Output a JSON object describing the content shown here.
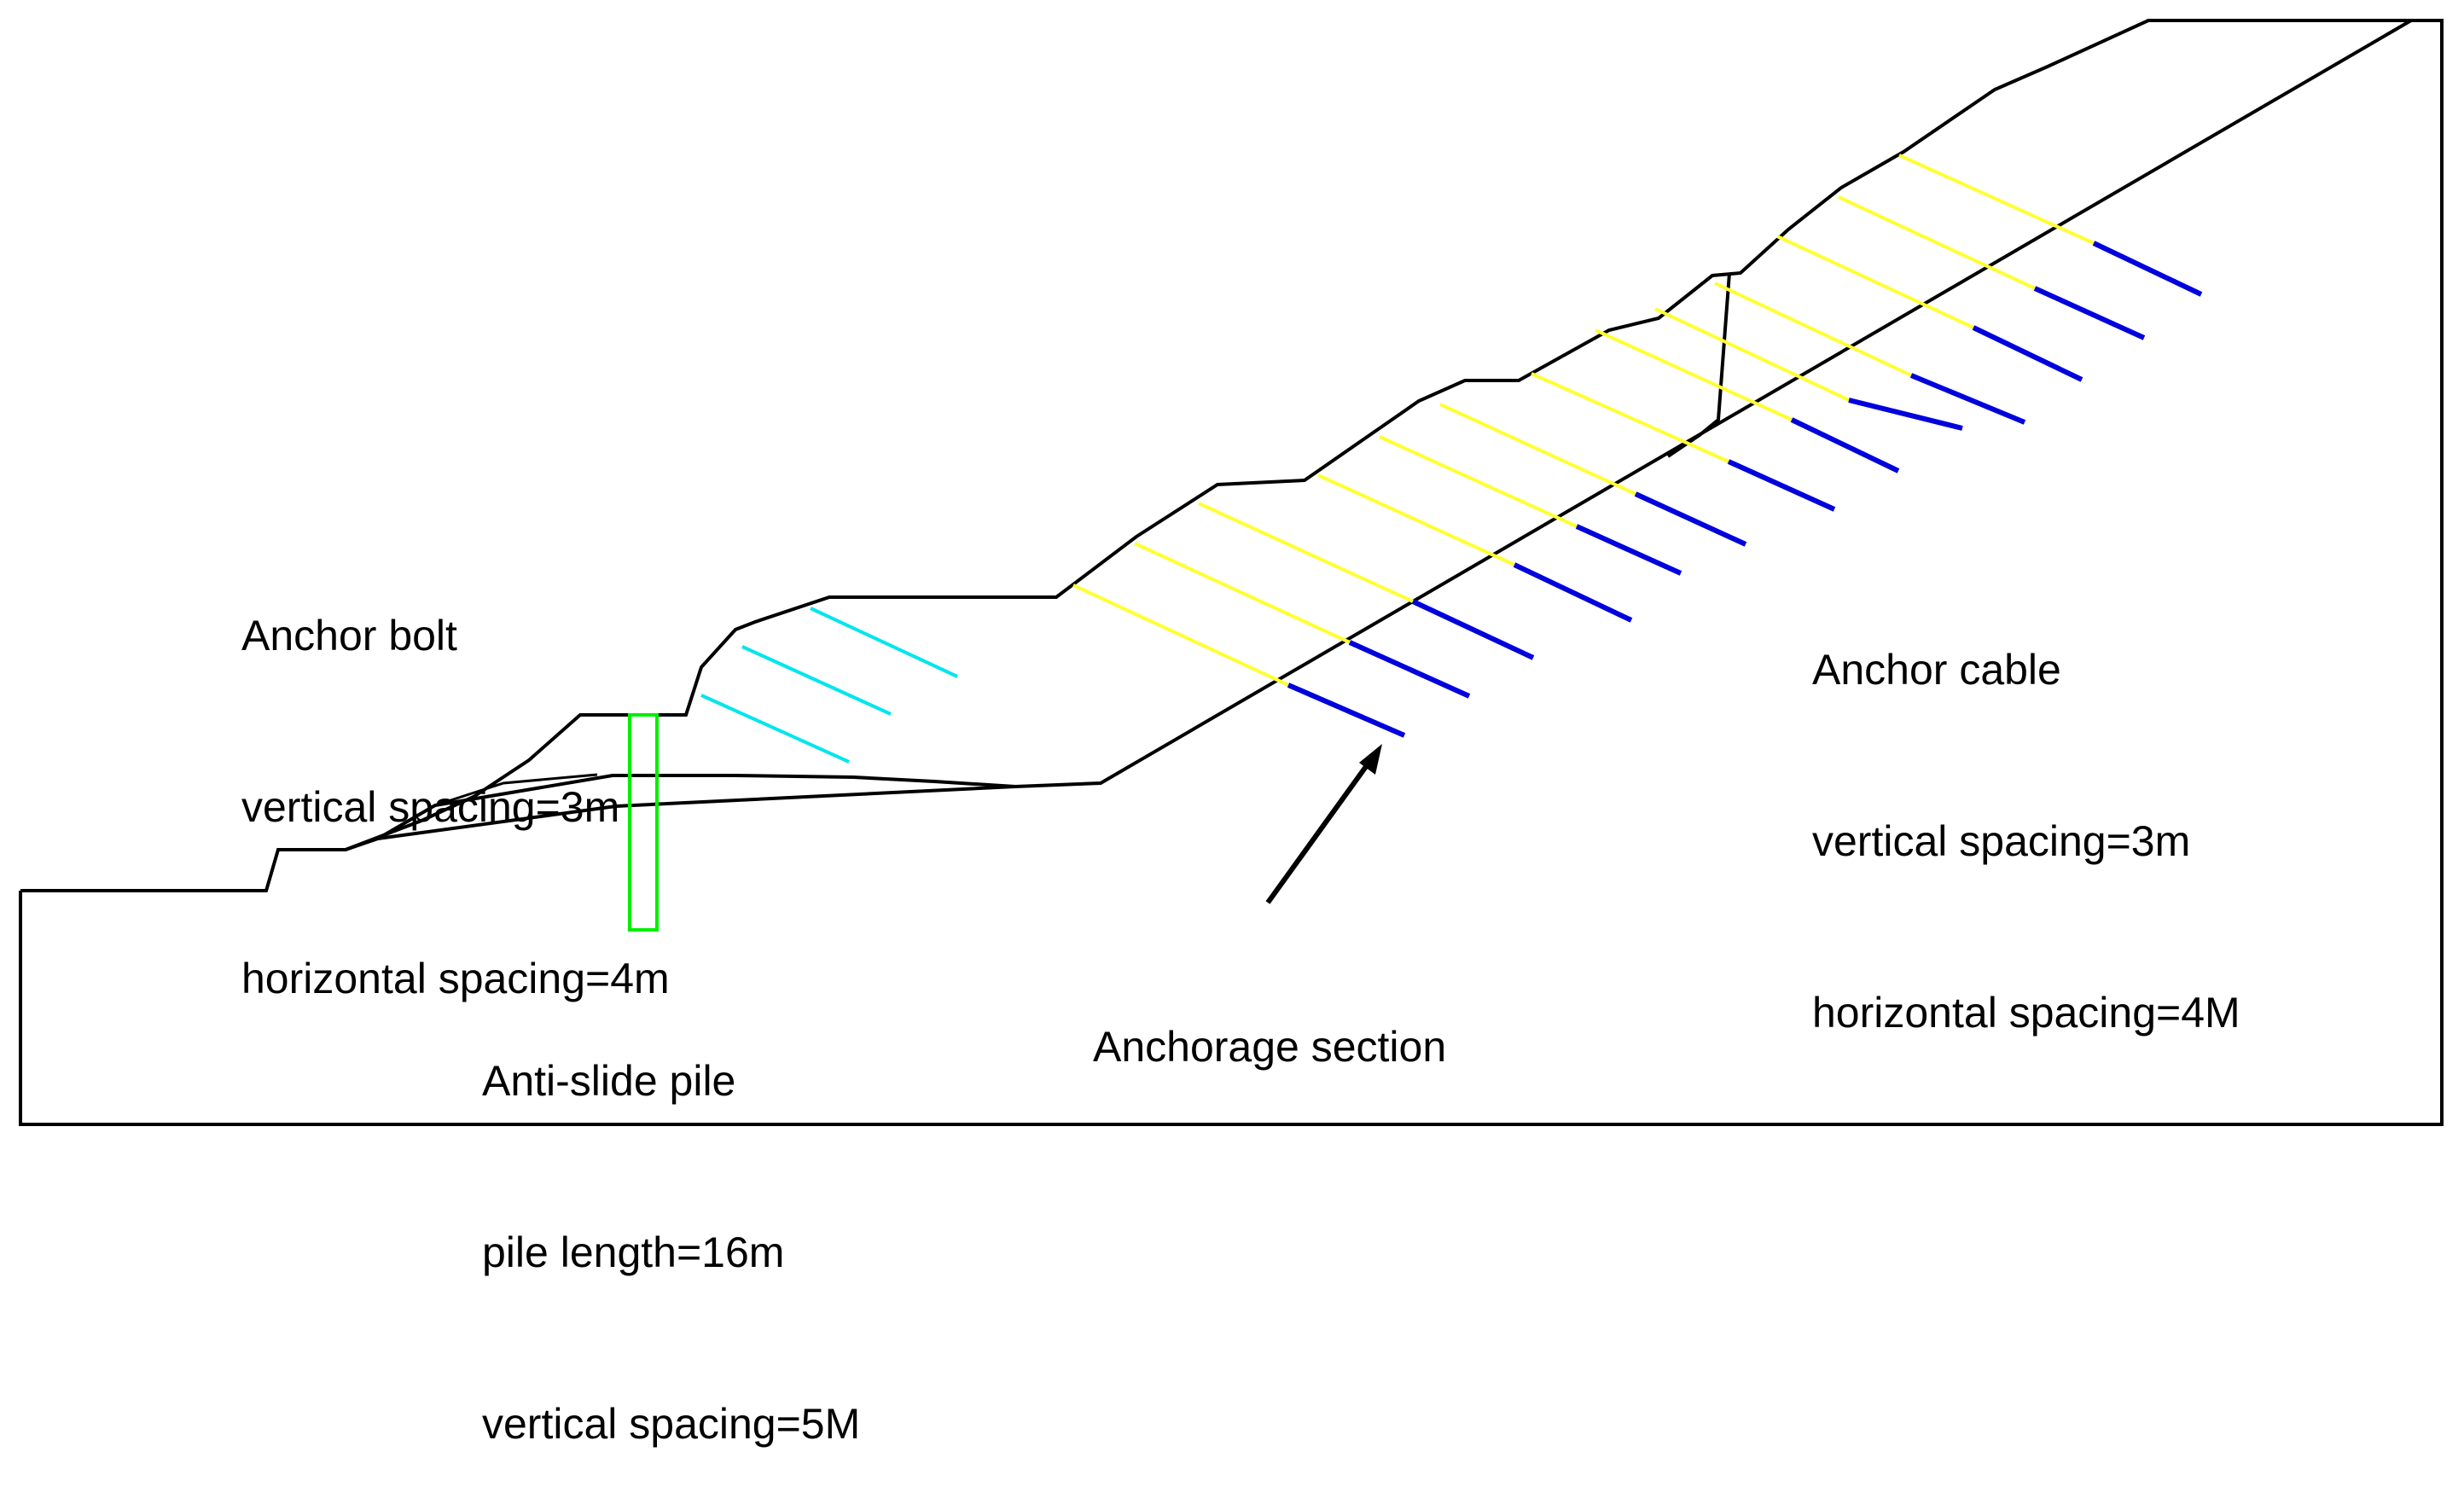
{
  "colors": {
    "outline": "#000000",
    "bolt": "#00e5ee",
    "cable_free": "#ffff33",
    "cable_anchor": "#0000dd",
    "pile": "#00ee00"
  },
  "labels": {
    "anchor_bolt": {
      "title": "Anchor bolt",
      "vertical_spacing": "vertical spacing=3m",
      "horizontal_spacing": "horizontal spacing=4m"
    },
    "anchor_cable": {
      "title": "Anchor cable",
      "vertical_spacing": "vertical spacing=3m",
      "horizontal_spacing": "horizontal spacing=4M"
    },
    "anti_slide_pile": {
      "title": "Anti-slide pile",
      "pile_length": "pile length=16m",
      "vertical_spacing": "vertical spacing=5M"
    },
    "anchorage_section": "Anchorage section"
  }
}
